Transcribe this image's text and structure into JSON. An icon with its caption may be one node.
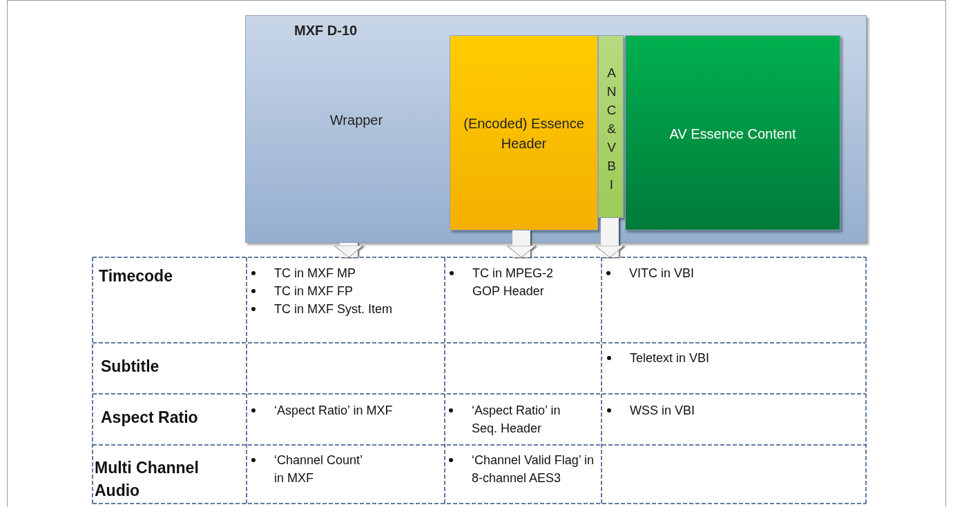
{
  "diagram": {
    "nodes": [
      {
        "text": [
          "MXF D-10",
          "Wrapper"
        ]
      },
      {
        "text": [
          "(Encoded) Essence Header"
        ],
        "in": 0
      },
      {
        "text": [
          "A N C & V B I"
        ],
        "in": 0
      },
      {
        "text": [
          "AV Essence Content"
        ],
        "in": 0
      },
      {
        "text": [
          "TC in MXF MP",
          "TC in MXF FP",
          "TC in MXF Syst. Item"
        ]
      },
      {
        "text": [
          "TC in MPEG-2 GOP Header"
        ]
      },
      {
        "text": [
          "VITC in VBI"
        ]
      }
    ],
    "edges": [
      {
        "from": 0,
        "to": 4,
        "arrow": "to"
      },
      {
        "from": 1,
        "to": 5,
        "arrow": "to"
      },
      {
        "from": 2,
        "to": 6,
        "arrow": "to"
      }
    ],
    "labels": [
      "Timecode",
      "Subtitle",
      "Teletext in VBI",
      "Aspect Ratio",
      "‘Aspect Ratio’ in MXF",
      "‘Aspect Ratio’ in Seq. Header",
      "WSS in VBI",
      "Multi Channel Audio",
      "‘Channel Count’ in MXF",
      "‘Channel Valid Flag’ in 8-channel AES3"
    ]
  }
}
